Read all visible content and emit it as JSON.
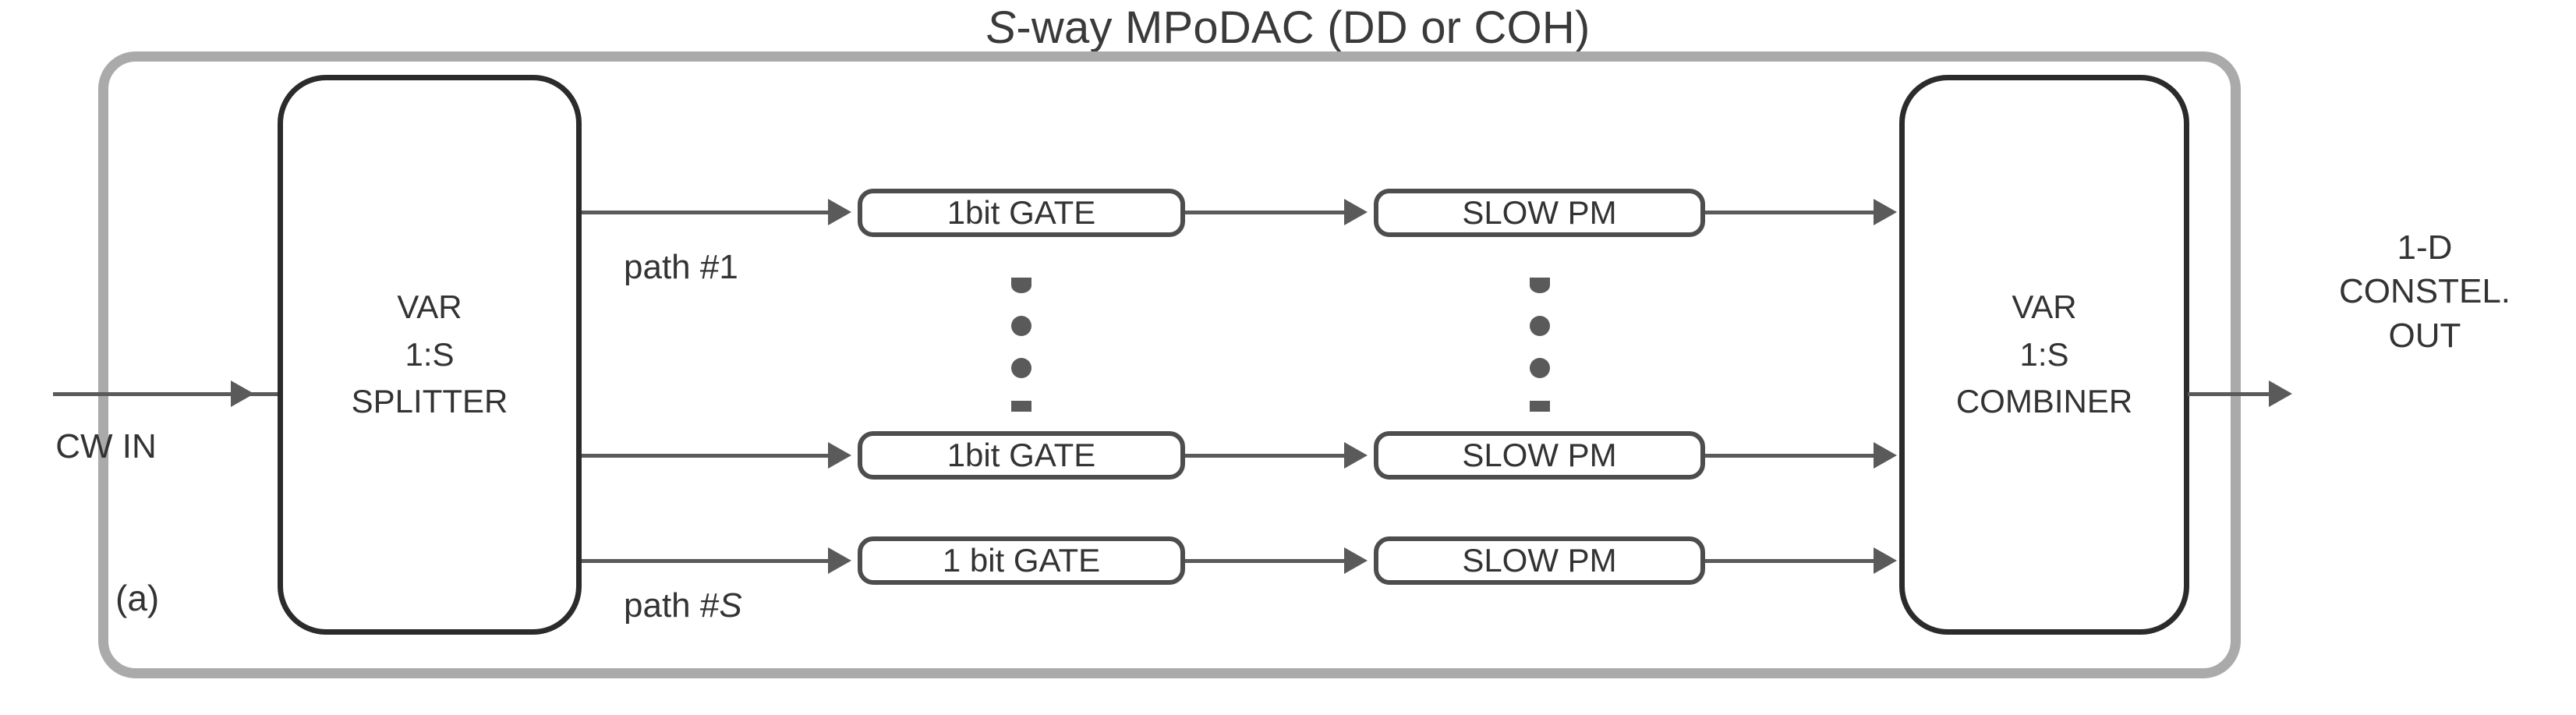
{
  "figure": {
    "title_prefix": "S",
    "title_rest": "-way MPoDAC (DD or COH)",
    "panel_label": "(a)"
  },
  "ports": {
    "input_label": "CW IN",
    "output_line1": "1-D",
    "output_line2": "CONSTEL.",
    "output_line3": "OUT"
  },
  "blocks": {
    "splitter": {
      "line1": "VAR",
      "line2": "1:S",
      "line3": "SPLITTER"
    },
    "combiner": {
      "line1": "VAR",
      "line2": "1:S",
      "line3": "COMBINER"
    }
  },
  "paths": [
    {
      "label_prefix": "path #",
      "label_suffix": "1",
      "gate": "1bit GATE",
      "pm": "SLOW PM"
    },
    {
      "label_prefix": "",
      "label_suffix": "",
      "gate": "1bit GATE",
      "pm": "SLOW PM"
    },
    {
      "label_prefix": "path #",
      "label_suffix": "S",
      "gate": "1 bit GATE",
      "pm": "SLOW PM"
    }
  ],
  "ellipsis": {
    "glyph": "vertical-dots",
    "count": 4
  },
  "colors": {
    "chassis_border": "#aaaaaa",
    "block_border": "#2b2b2b",
    "smallbox_border": "#4d4d4d",
    "connector": "#5a5a5a",
    "text": "#333333",
    "background": "#ffffff"
  }
}
